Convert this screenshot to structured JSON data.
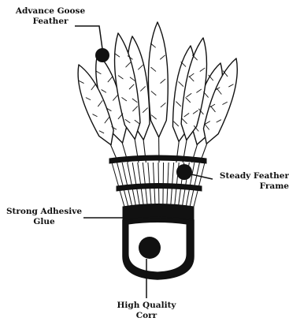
{
  "labels": {
    "feather": {
      "line1": "Advance Goose",
      "line2": "Feather"
    },
    "frame": {
      "line1": "Steady Feather",
      "line2": "Frame"
    },
    "glue": {
      "line1": "Strong Adhesive",
      "line2": "Glue"
    },
    "cork": {
      "line1": "High Quality",
      "line2": "Corr"
    }
  },
  "colors": {
    "ink": "#111111",
    "background": "#ffffff"
  }
}
